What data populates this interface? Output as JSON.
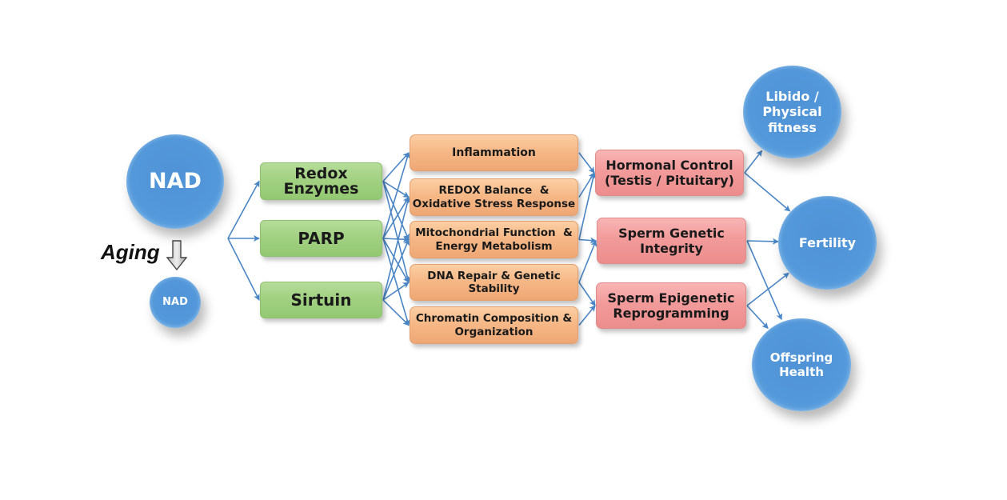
{
  "diagram": {
    "source": {
      "label": "NAD"
    },
    "aging": {
      "label": "Aging",
      "icon": "down-arrow-icon"
    },
    "aged_source": {
      "label": "NAD"
    },
    "enzymes": [
      {
        "id": "redox",
        "label": "Redox Enzymes",
        "lines": [
          "Redox",
          "Enzymes"
        ]
      },
      {
        "id": "parp",
        "label": "PARP",
        "lines": [
          "PARP"
        ]
      },
      {
        "id": "sirtuin",
        "label": "Sirtuin",
        "lines": [
          "Sirtuin"
        ]
      }
    ],
    "processes": [
      {
        "id": "inflammation",
        "lines": [
          "Inflammation"
        ]
      },
      {
        "id": "redox-balance",
        "lines": [
          "REDOX Balance  &",
          "Oxidative Stress Response"
        ]
      },
      {
        "id": "mitochondrial",
        "lines": [
          "Mitochondrial Function  &",
          "Energy Metabolism"
        ]
      },
      {
        "id": "dna-repair",
        "lines": [
          "DNA Repair & Genetic",
          "Stability"
        ]
      },
      {
        "id": "chromatin",
        "lines": [
          "Chromatin Composition &",
          "Organization"
        ]
      }
    ],
    "targets": [
      {
        "id": "hormonal",
        "lines": [
          "Hormonal Control",
          "(Testis / Pituitary)"
        ]
      },
      {
        "id": "sperm-genetic",
        "lines": [
          "Sperm Genetic",
          "Integrity"
        ]
      },
      {
        "id": "sperm-epigenetic",
        "lines": [
          "Sperm Epigenetic",
          "Reprogramming"
        ]
      }
    ],
    "outcomes": [
      {
        "id": "libido",
        "lines": [
          "Libido /",
          "Physical",
          "fitness"
        ]
      },
      {
        "id": "fertility",
        "lines": [
          "Fertility"
        ]
      },
      {
        "id": "offspring",
        "lines": [
          "Offspring",
          "Health"
        ]
      }
    ],
    "edges": [
      [
        "source",
        "redox"
      ],
      [
        "source",
        "parp"
      ],
      [
        "source",
        "sirtuin"
      ],
      [
        "redox",
        "inflammation"
      ],
      [
        "redox",
        "redox-balance"
      ],
      [
        "redox",
        "mitochondrial"
      ],
      [
        "redox",
        "dna-repair"
      ],
      [
        "parp",
        "inflammation"
      ],
      [
        "parp",
        "redox-balance"
      ],
      [
        "parp",
        "mitochondrial"
      ],
      [
        "parp",
        "dna-repair"
      ],
      [
        "parp",
        "chromatin"
      ],
      [
        "sirtuin",
        "redox-balance"
      ],
      [
        "sirtuin",
        "mitochondrial"
      ],
      [
        "sirtuin",
        "dna-repair"
      ],
      [
        "sirtuin",
        "chromatin"
      ],
      [
        "inflammation",
        "hormonal"
      ],
      [
        "redox-balance",
        "hormonal"
      ],
      [
        "mitochondrial",
        "hormonal"
      ],
      [
        "mitochondrial",
        "sperm-genetic"
      ],
      [
        "dna-repair",
        "sperm-genetic"
      ],
      [
        "dna-repair",
        "sperm-epigenetic"
      ],
      [
        "chromatin",
        "sperm-epigenetic"
      ],
      [
        "hormonal",
        "libido"
      ],
      [
        "hormonal",
        "fertility"
      ],
      [
        "sperm-genetic",
        "fertility"
      ],
      [
        "sperm-genetic",
        "offspring"
      ],
      [
        "sperm-epigenetic",
        "fertility"
      ],
      [
        "sperm-epigenetic",
        "offspring"
      ]
    ],
    "colors": {
      "circle": "#5398da",
      "enzyme": "#a2d182",
      "process": "#f6b887",
      "target": "#f29a9a",
      "arrow": "#4a86c5"
    }
  }
}
